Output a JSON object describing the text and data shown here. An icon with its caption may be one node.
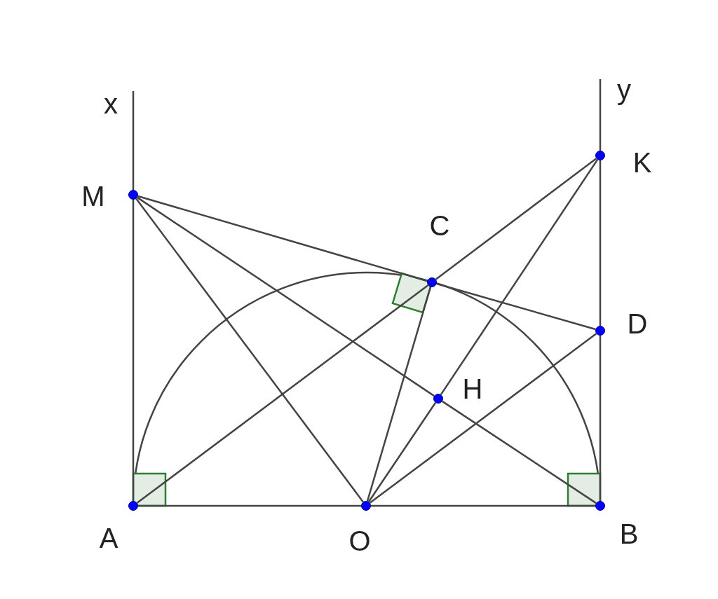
{
  "diagram": {
    "nodes": [
      {
        "text": [],
        "shape": "circle",
        "beside": [
          "A"
        ]
      },
      {
        "text": [],
        "shape": "circle",
        "beside": [
          "O"
        ]
      },
      {
        "text": [],
        "shape": "circle",
        "beside": [
          "B"
        ]
      },
      {
        "text": [],
        "shape": "circle",
        "beside": [
          "M"
        ]
      },
      {
        "text": [],
        "shape": "circle",
        "beside": [
          "C"
        ]
      },
      {
        "text": [],
        "shape": "circle",
        "beside": [
          "K"
        ]
      },
      {
        "text": [],
        "shape": "circle",
        "beside": [
          "D"
        ]
      },
      {
        "text": [],
        "shape": "circle",
        "beside": [
          "H"
        ]
      }
    ],
    "edges": [
      {
        "from": 0,
        "to": 1,
        "arrow": "none"
      },
      {
        "from": 1,
        "to": 2,
        "arrow": "none"
      },
      {
        "from": 0,
        "to": 3,
        "arrow": "none"
      },
      {
        "from": 3,
        "to": null,
        "arrow": "none"
      },
      {
        "from": 2,
        "to": 6,
        "arrow": "none"
      },
      {
        "from": 6,
        "to": 5,
        "arrow": "none"
      },
      {
        "from": 5,
        "to": null,
        "arrow": "none"
      },
      {
        "from": 3,
        "to": 4,
        "arrow": "none"
      },
      {
        "from": 4,
        "to": 6,
        "arrow": "none"
      },
      {
        "from": 0,
        "to": 4,
        "arrow": "none"
      },
      {
        "from": 4,
        "to": 5,
        "arrow": "none"
      },
      {
        "from": 3,
        "to": 1,
        "arrow": "none"
      },
      {
        "from": 3,
        "to": 7,
        "arrow": "none"
      },
      {
        "from": 7,
        "to": 2,
        "arrow": "none"
      },
      {
        "from": 1,
        "to": 4,
        "arrow": "none"
      },
      {
        "from": 1,
        "to": 7,
        "arrow": "none"
      },
      {
        "from": 7,
        "to": 5,
        "arrow": "none"
      },
      {
        "from": 1,
        "to": 6,
        "arrow": "none"
      }
    ],
    "labels": [
      "x",
      "y"
    ]
  }
}
